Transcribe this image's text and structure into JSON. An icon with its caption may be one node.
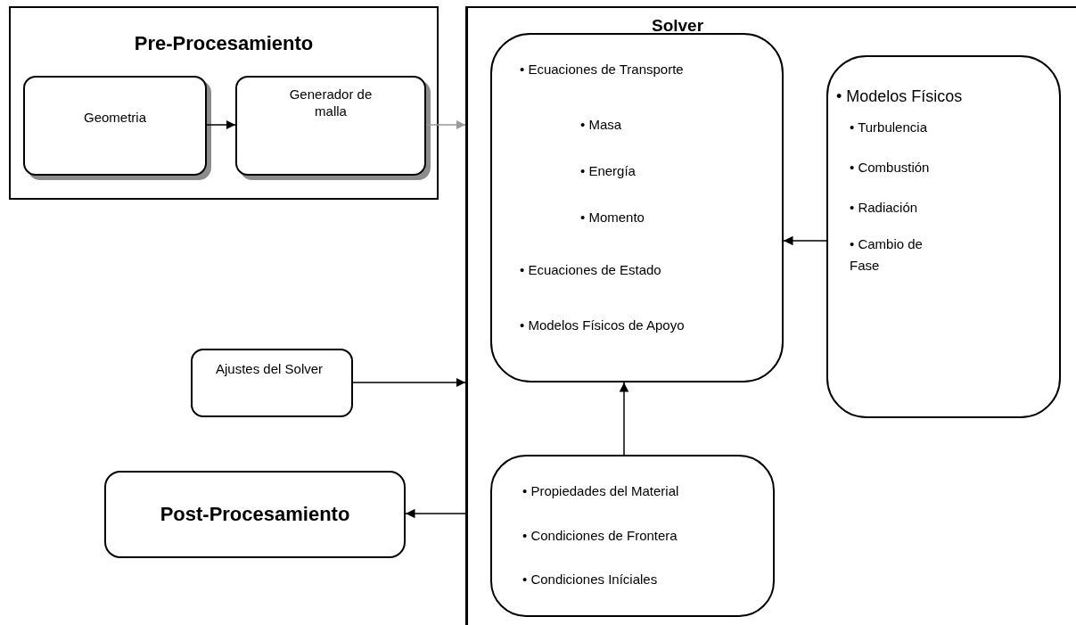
{
  "diagram": {
    "nodes": [
      {
        "text": [
          "Pre-Procesamiento"
        ]
      },
      {
        "text": [
          "Geometria"
        ],
        "in": 0
      },
      {
        "text": [
          "Generador de malla"
        ],
        "in": 0
      },
      {
        "text": [
          "Solver"
        ]
      },
      {
        "text": [
          "• Ecuaciones de Transporte",
          "• Masa",
          "• Energía",
          "• Momento",
          "• Ecuaciones de Estado",
          "• Modelos Físicos de Apoyo"
        ],
        "in": 3
      },
      {
        "text": [
          "• Modelos Físicos",
          "• Turbulencia",
          "• Combustión",
          "• Radiación",
          "• Cambio de Fase"
        ],
        "in": 3
      },
      {
        "text": [
          "Ajustes  del Solver"
        ]
      },
      {
        "text": [
          "Post-Procesamiento"
        ]
      },
      {
        "text": [
          "• Propiedades del Material",
          "• Condiciones de Frontera",
          "• Condiciones Iníciales"
        ],
        "in": 3
      }
    ],
    "edges": [
      {
        "from": 1,
        "to": 2,
        "arrow": "to"
      },
      {
        "from": 2,
        "to": 3,
        "arrow": "to",
        "color": "#999999"
      },
      {
        "from": 5,
        "to": 4,
        "arrow": "to"
      },
      {
        "from": 6,
        "to": 3,
        "arrow": "to"
      },
      {
        "from": 3,
        "to": 7,
        "arrow": "to"
      },
      {
        "from": 8,
        "to": 4,
        "arrow": "to"
      }
    ]
  }
}
